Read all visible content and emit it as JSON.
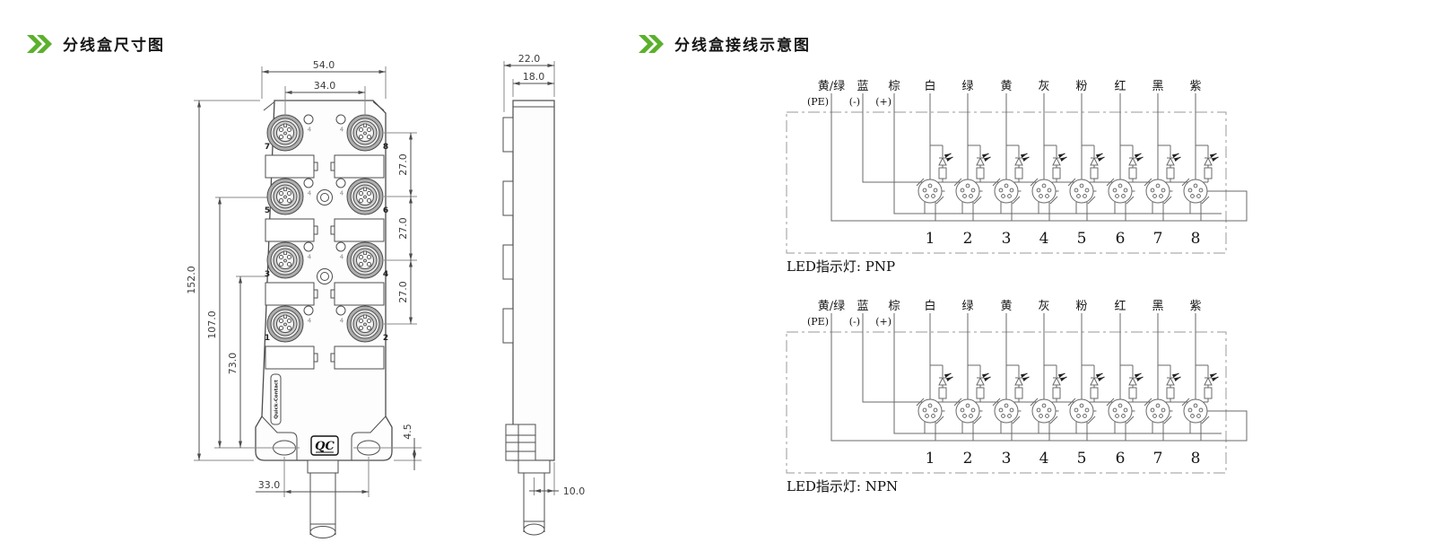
{
  "accent_green": "#5bb02c",
  "line_color": "#4d4d4d",
  "wire_color": "#686868",
  "sections": {
    "left": {
      "title": "分线盒尺寸图"
    },
    "right": {
      "title": "分线盒接线示意图"
    }
  },
  "dimension_view": {
    "front": {
      "width_dim": "54.0",
      "inner_width_dim": "34.0",
      "height_dim": "152.0",
      "mid_height_dim": "107.0",
      "low_height_dim": "73.0",
      "row_dims": [
        "27.0",
        "27.0",
        "27.0"
      ],
      "bottom_dim": "33.0",
      "tab_dim": "4.5",
      "port_numbers": [
        [
          "7",
          "8"
        ],
        [
          "5",
          "6"
        ],
        [
          "3",
          "4"
        ],
        [
          "1",
          "2"
        ]
      ],
      "led_window_label": "4",
      "brand_side_label": "Quick-Contact",
      "brand_logo": "QC"
    },
    "side": {
      "width_dim": "22.0",
      "inner_width_dim": "18.0",
      "cable_dim": "10.0"
    }
  },
  "wiring": {
    "wire_labels": [
      {
        "label": "黄/绿",
        "sub": "(PE)"
      },
      {
        "label": "蓝",
        "sub": "(-)"
      },
      {
        "label": "棕",
        "sub": "(+)"
      },
      {
        "label": "白"
      },
      {
        "label": "绿"
      },
      {
        "label": "黄"
      },
      {
        "label": "灰"
      },
      {
        "label": "粉"
      },
      {
        "label": "红"
      },
      {
        "label": "黑"
      },
      {
        "label": "紫"
      }
    ],
    "port_numbers": [
      "1",
      "2",
      "3",
      "4",
      "5",
      "6",
      "7",
      "8"
    ],
    "diagrams": [
      {
        "caption": "LED指示灯: PNP"
      },
      {
        "caption": "LED指示灯: NPN"
      }
    ]
  }
}
